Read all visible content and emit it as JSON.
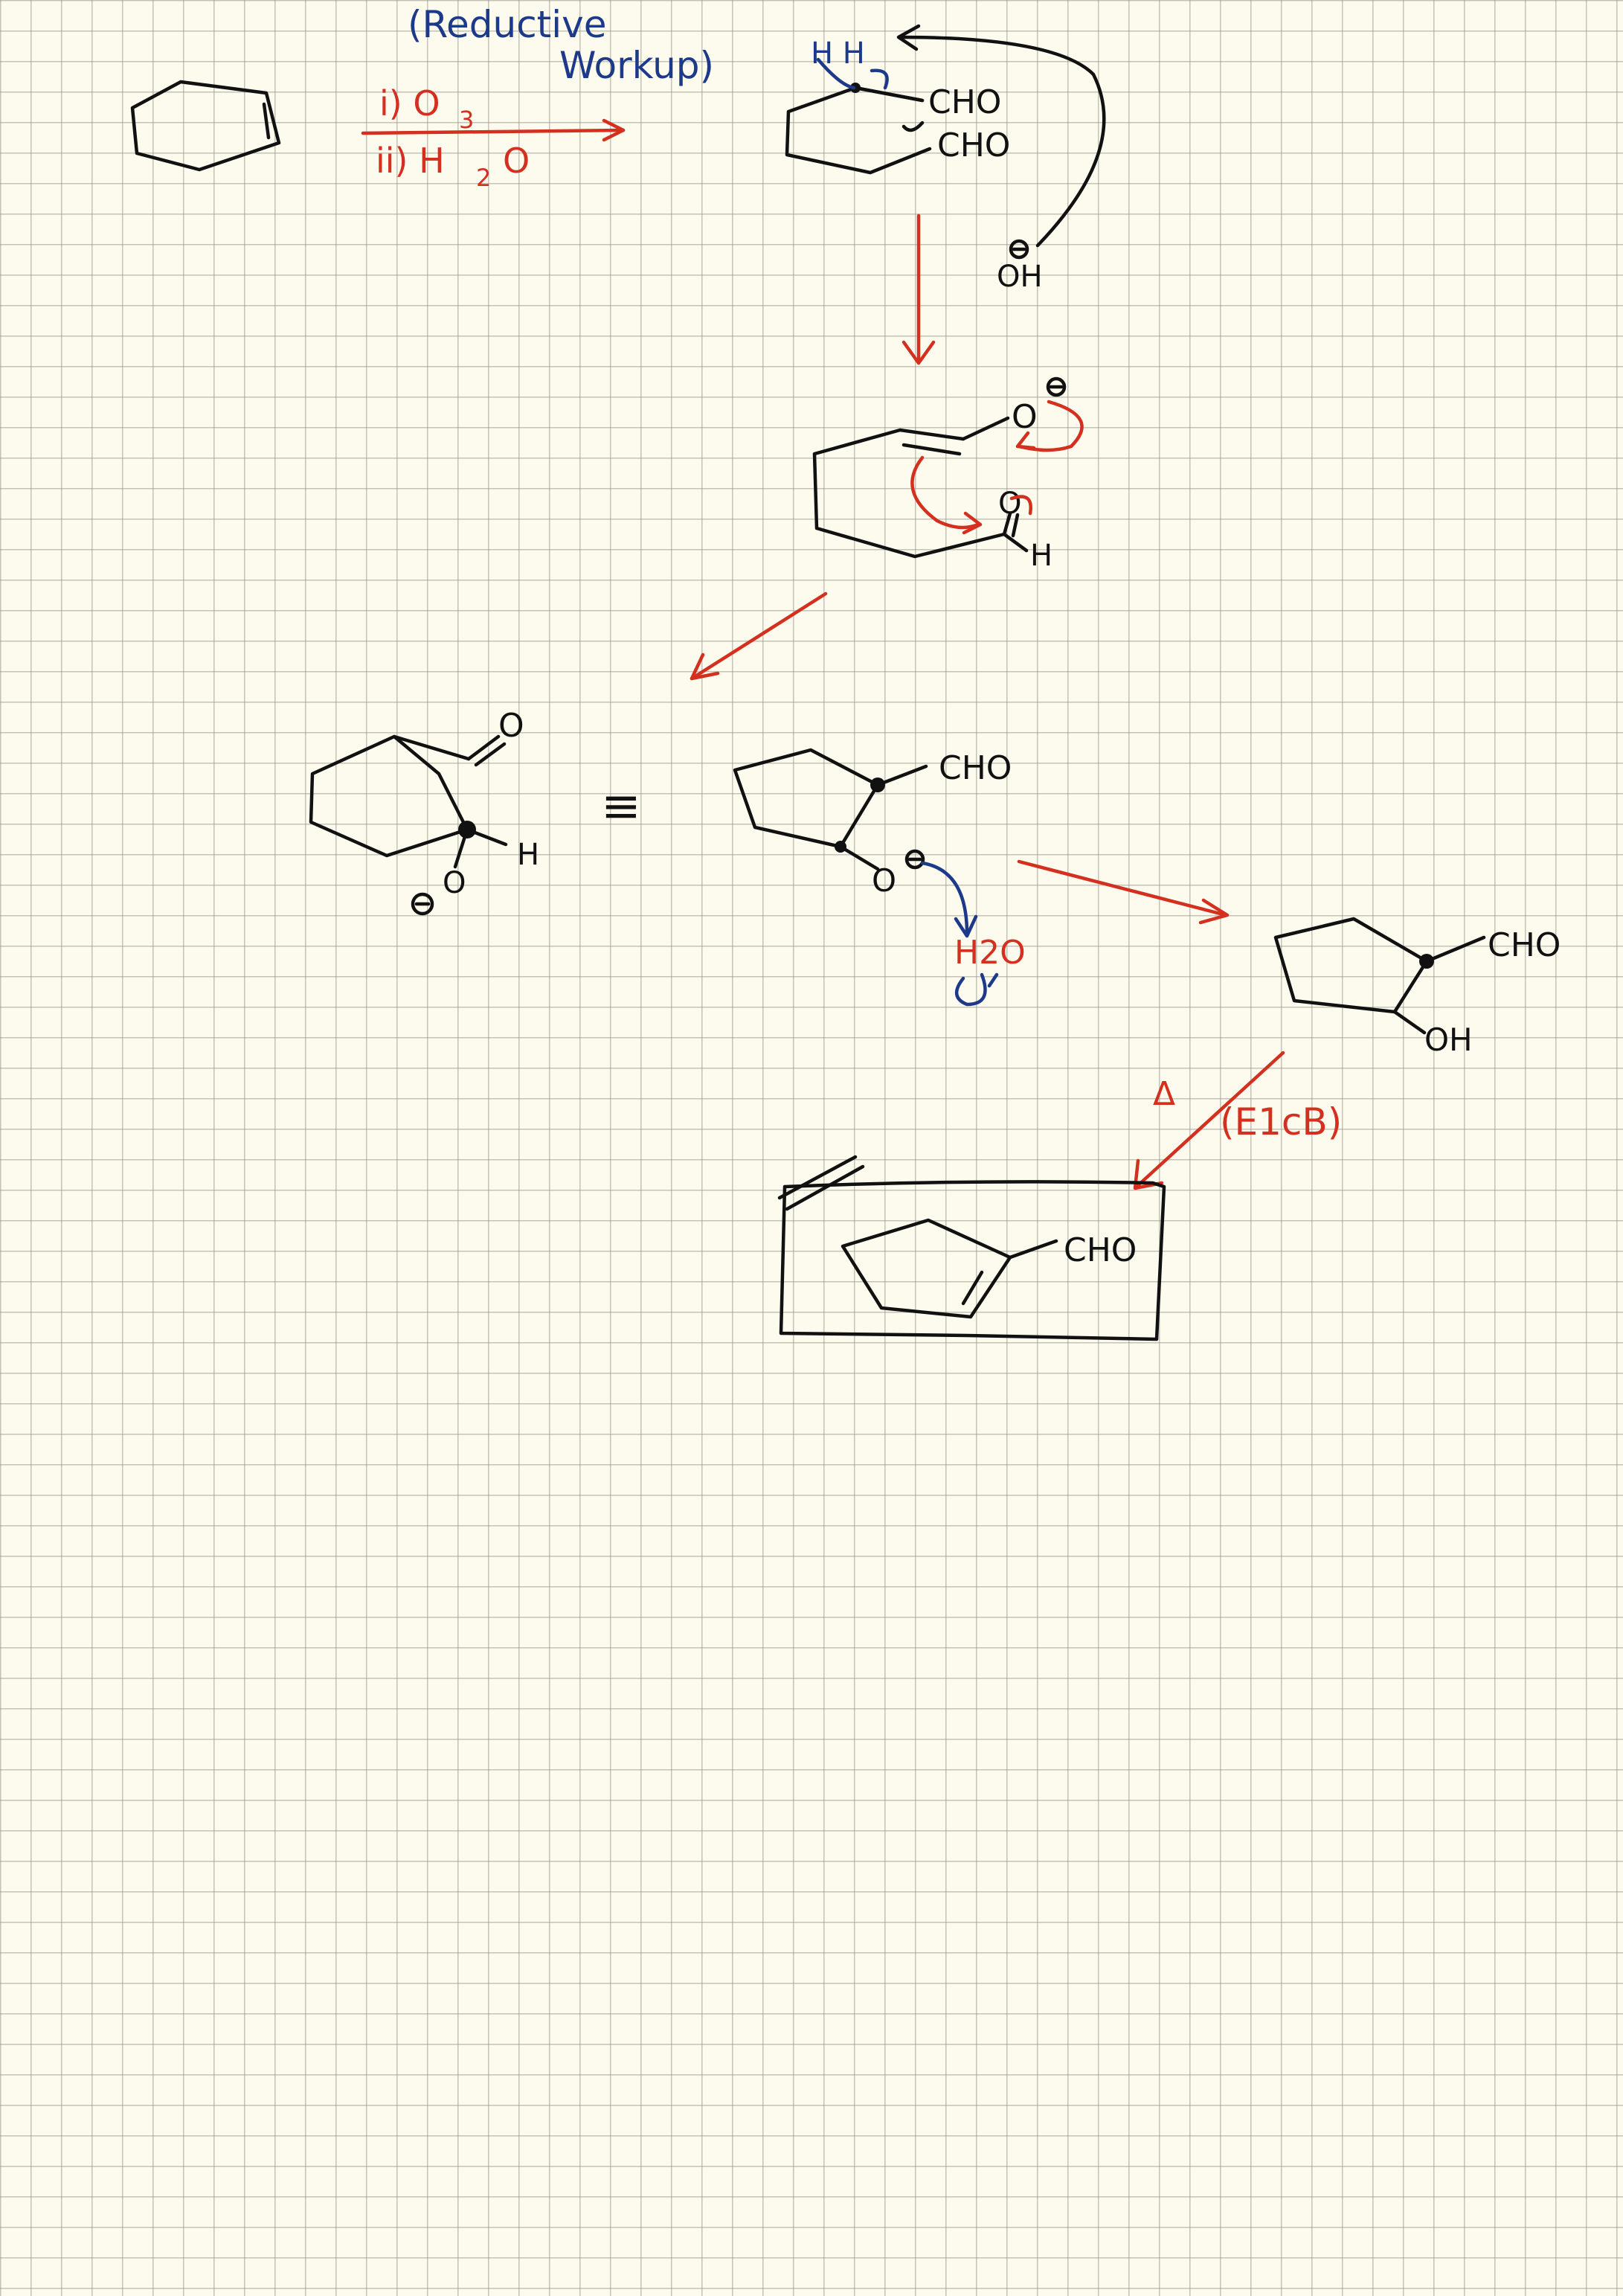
{
  "labels": {
    "reductive_1": "(Reductive",
    "reductive_2": "Workup)",
    "reagent_1": "i) O",
    "reagent_1_sub": "3",
    "reagent_2": "ii) H",
    "reagent_2_sub": "2",
    "reagent_2_end": "O",
    "hh": "H  H",
    "cho_top1": "CHO",
    "cho_top2": "CHO",
    "oh_minus": "OH",
    "enolate_o": "O",
    "carbonyl_o": "O",
    "carbonyl_h": "H",
    "aldol_o": "O",
    "aldol_h": "H",
    "aldol_ominus": "O",
    "equiv": "≡",
    "cp_cho": "CHO",
    "cp_o": "O",
    "water": "H2O",
    "product_cho": "CHO",
    "product_oh": "OH",
    "delta": "Δ",
    "e1cb": "(E1cB)",
    "final_cho": "CHO"
  },
  "colors": {
    "ink": "#111111",
    "red": "#d3301f",
    "blue": "#1d3a8a",
    "paper": "#fdfbee",
    "grid": "#9a9a8c"
  }
}
